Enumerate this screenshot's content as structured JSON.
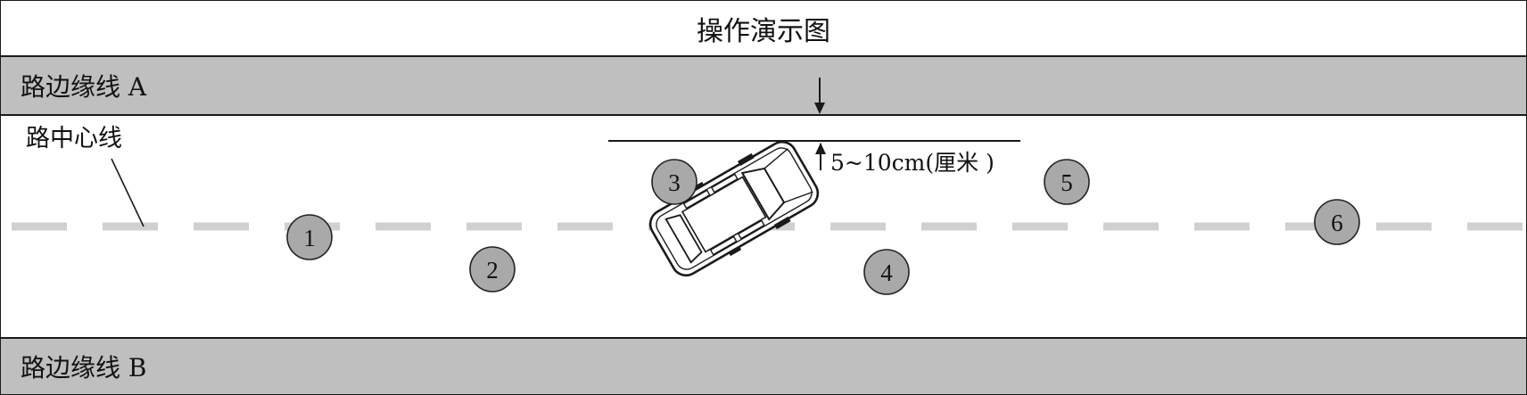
{
  "title": "操作演示图",
  "edge_a_label": "路边缘线 A",
  "edge_b_label": "路边缘线 B",
  "centerline_label": "路中心线",
  "gap_label": "5~10cm(厘米 )",
  "positions": [
    "1",
    "2",
    "3",
    "4",
    "5",
    "6"
  ],
  "colors": {
    "band": "#bfbfbf",
    "marker": "#a9a9a9",
    "centerline": "#d0d0d0"
  }
}
